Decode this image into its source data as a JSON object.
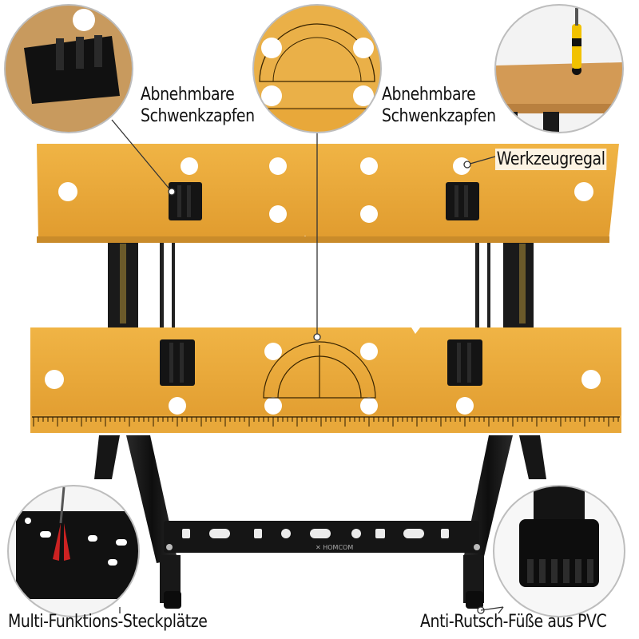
{
  "callouts": {
    "swivel_left": [
      "Abnehmbare",
      "Schwenkzapfen"
    ],
    "swivel_right": [
      "Abnehmbare",
      "Schwenkzapfen"
    ],
    "tool_shelf": "Werkzeugregal",
    "multi_slots": "Multi-Funktions-Steckplätze",
    "anti_slip_feet": "Anti-Rutsch-Füße aus PVC"
  },
  "colors": {
    "wood": "#E9A93A",
    "wood_edge": "#C98B2A",
    "steel": "#1C1C1C",
    "clamp_pad": "#151515",
    "callout_ring": "#BDBDBD"
  }
}
